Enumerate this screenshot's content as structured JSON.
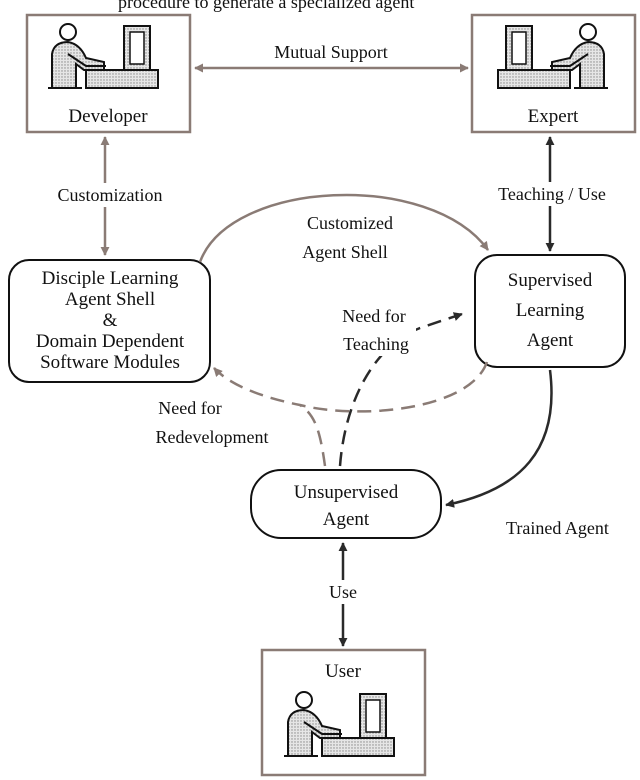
{
  "top_caption": "procedure to generate a specialized agent",
  "nodes": {
    "developer": "Developer",
    "expert": "Expert",
    "user": "User",
    "shell": [
      "Disciple Learning",
      "Agent Shell",
      "&",
      "Domain Dependent",
      "Software Modules"
    ],
    "supervised": [
      "Supervised",
      "Learning",
      "Agent"
    ],
    "unsupervised": [
      "Unsupervised",
      "Agent"
    ]
  },
  "edges": {
    "mutual_support": "Mutual Support",
    "customization": "Customization",
    "teaching_use": "Teaching / Use",
    "customized_agent_shell": [
      "Customized",
      "Agent Shell"
    ],
    "need_for_teaching": [
      "Need for",
      "Teaching"
    ],
    "need_for_redevelopment": [
      "Need for",
      "Redevelopment"
    ],
    "trained_agent": "Trained Agent",
    "use": "Use"
  },
  "colors": {
    "brown": "#8a7b75",
    "dark": "#2a2a2a",
    "frame": "#8a7b75",
    "figure_fill": "#cfcfcf"
  }
}
